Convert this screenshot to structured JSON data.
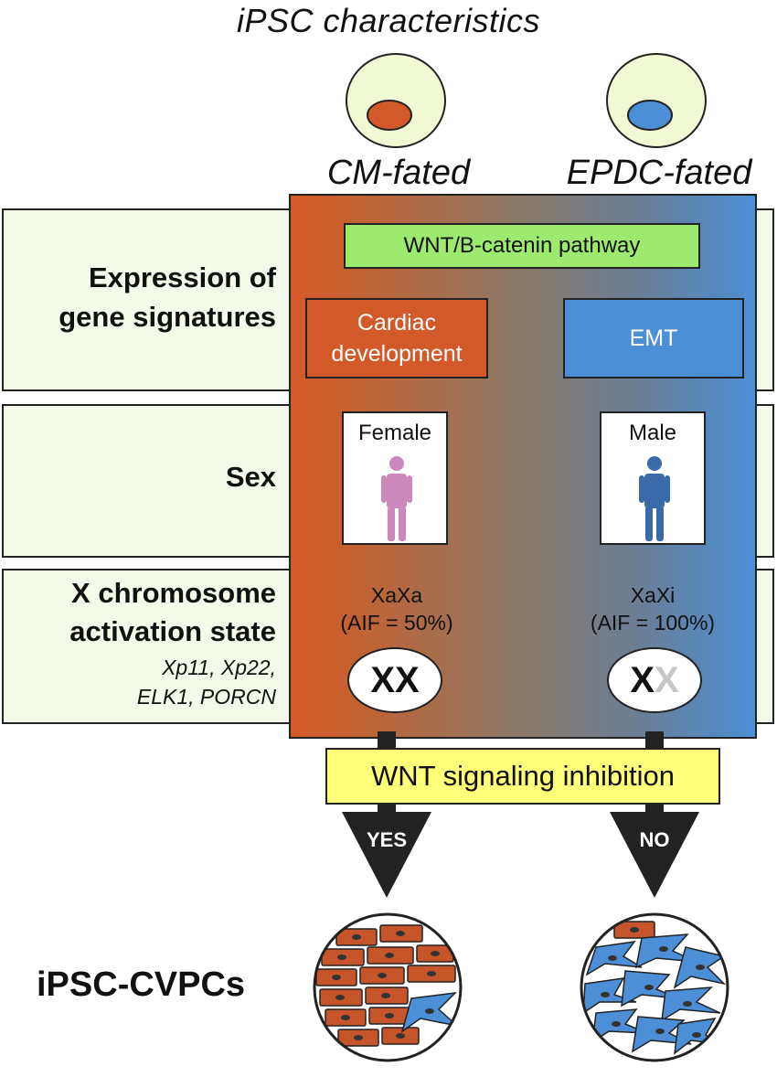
{
  "title": "iPSC characteristics",
  "fates": {
    "left": "CM-fated",
    "right": "EPDC-fated"
  },
  "colors": {
    "cm": "#d4592a",
    "epdc": "#4c8fd6",
    "wnt_bar": "#9eea6e",
    "inhibition": "#ffff7a",
    "row_bg": "#f3faea",
    "female": "#cc88bb",
    "male": "#3a6aa8"
  },
  "rows": {
    "expression": {
      "label": "Expression of gene signatures",
      "label_line1": "Expression of",
      "label_line2": "gene signatures",
      "pathway": "WNT/B-catenin pathway",
      "left_box": "Cardiac development",
      "left_box_line1": "Cardiac",
      "left_box_line2": "development",
      "right_box": "EMT"
    },
    "sex": {
      "label": "Sex",
      "left": "Female",
      "right": "Male"
    },
    "xstate": {
      "label_line1": "X chromosome",
      "label_line2": "activation state",
      "genes_line1": "Xp11, Xp22,",
      "genes_line2": "ELK1, PORCN",
      "left_state": "XaXa",
      "left_aif": "(AIF = 50%)",
      "left_chrom": "XX",
      "right_state": "XaXi",
      "right_aif": "(AIF = 100%)",
      "right_chrom_a": "X",
      "right_chrom_b": "X"
    }
  },
  "inhibition": "WNT signaling inhibition",
  "arrows": {
    "left": "YES",
    "right": "NO"
  },
  "outcome_label": "iPSC-CVPCs"
}
